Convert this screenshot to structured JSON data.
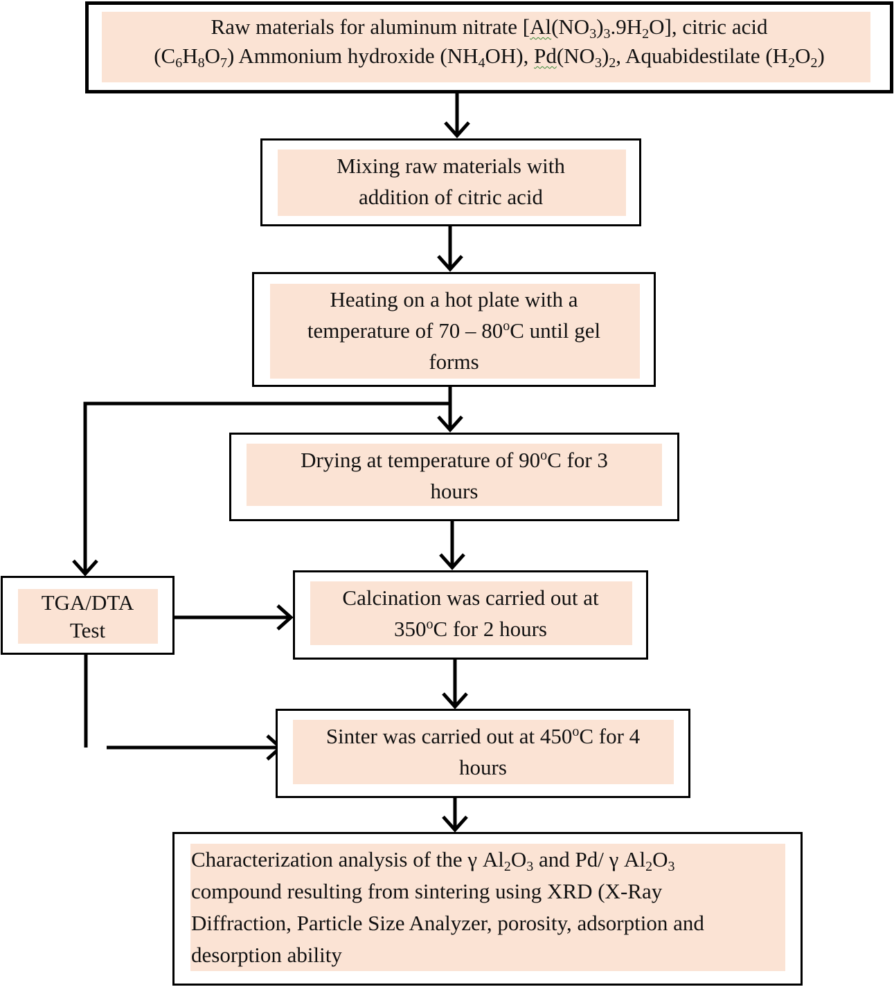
{
  "steps": {
    "raw_materials": {
      "t1": "Raw materials for aluminum nitrate [",
      "t2": "Al",
      "t3": "(NO",
      "s1": "3",
      "t4": ")",
      "s2": "3",
      "t5": ".9H",
      "s3": "2",
      "t6": "O], citric acid",
      "t7": "(C",
      "s4": "6",
      "t8": "H",
      "s5": "8",
      "t9": "O",
      "s6": "7",
      "t10": ") Ammonium hydroxide (NH",
      "s7": "4",
      "t11": "OH), ",
      "t12": "Pd",
      "t13": "(NO",
      "s8": "3",
      "t14": ")",
      "s9": "2",
      "t15": ", Aquabidestilate (H",
      "s10": "2",
      "t16": "O",
      "s11": "2",
      "t17": ")"
    },
    "mixing": {
      "line1": "Mixing raw materials with",
      "line2": "addition of citric acid"
    },
    "heating": {
      "line1": "Heating on a hot plate with a",
      "line2a": "temperature of 70 – 80",
      "line2sup": "o",
      "line2b": "C until gel",
      "line3": "forms"
    },
    "drying": {
      "line1a": "Drying at temperature of 90",
      "line1sup": "o",
      "line1b": "C for 3",
      "line2": "hours"
    },
    "calcination": {
      "line1": "Calcination was carried out at",
      "line2a": "350",
      "line2sup": "o",
      "line2b": "C for 2 hours"
    },
    "sinter": {
      "line1a": "Sinter was carried out at 450",
      "line1sup": "o",
      "line1b": "C for 4",
      "line2": "hours"
    },
    "characterization": {
      "t1": "Characterization analysis of the γ Al",
      "s1": "2",
      "t2": "O",
      "s2": "3",
      "t3": " and Pd/ γ Al",
      "s3": "2",
      "t4": "O",
      "s4": "3",
      "line2": "compound resulting from sintering using XRD (X-Ray",
      "line3": "Diffraction, Particle Size Analyzer, porosity, adsorption and",
      "line4": "desorption ability"
    },
    "tga": {
      "line1": "TGA/DTA",
      "line2": "Test"
    }
  },
  "colors": {
    "fill": "#fbe3d4",
    "border": "#000000"
  }
}
